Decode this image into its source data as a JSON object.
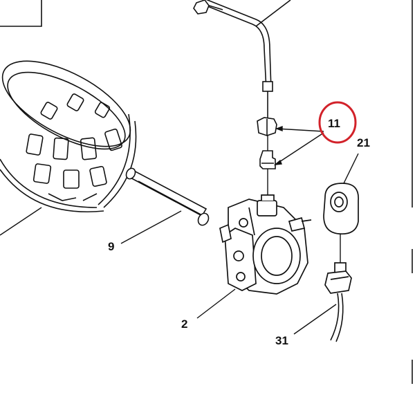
{
  "diagram": {
    "callouts": {
      "fitting": "11",
      "coil": "21",
      "shaft": "9",
      "pump": "2",
      "cable": "31"
    },
    "highlight_color": "#d2222a",
    "line_color": "#111111"
  }
}
